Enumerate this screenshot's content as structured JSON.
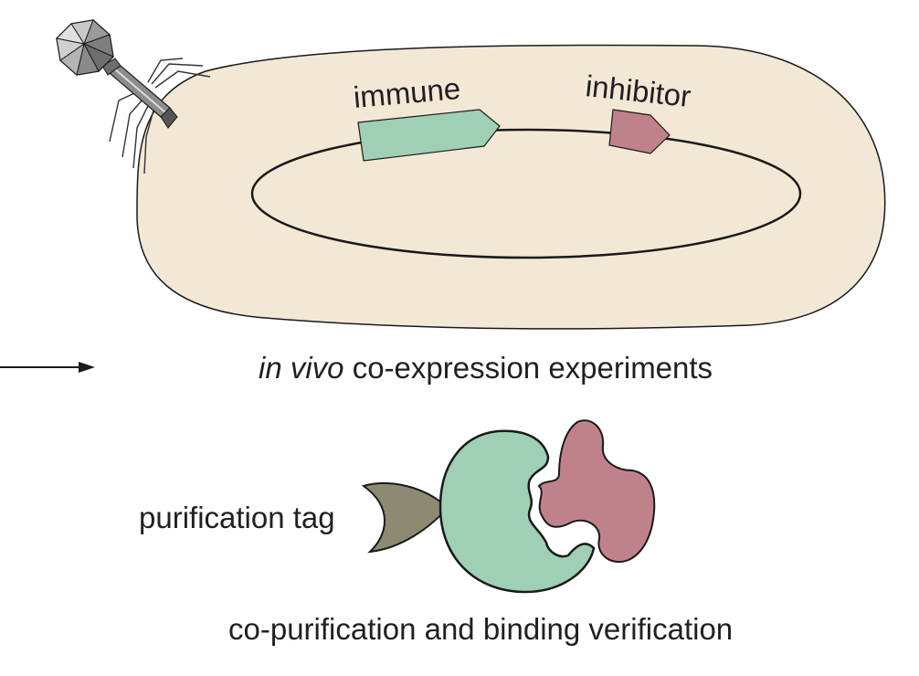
{
  "labels": {
    "immune": "immune",
    "inhibitor": "inhibitor",
    "invivo_italic": "in vivo",
    "invivo_rest": "co-expression experiments",
    "purification_tag": "purification tag",
    "bottom_caption": "co-purification and binding verification"
  },
  "colors": {
    "cell_fill": "#f2e8d5",
    "immune_fill": "#9fcfb5",
    "inhibitor_fill": "#c0828a",
    "tag_fill": "#8e8a72",
    "phage_gray": "#8c8c8c",
    "stroke": "#1a1a1a"
  },
  "icons": {
    "phage": "bacteriophage-icon",
    "arrow": "right-arrow-icon"
  }
}
